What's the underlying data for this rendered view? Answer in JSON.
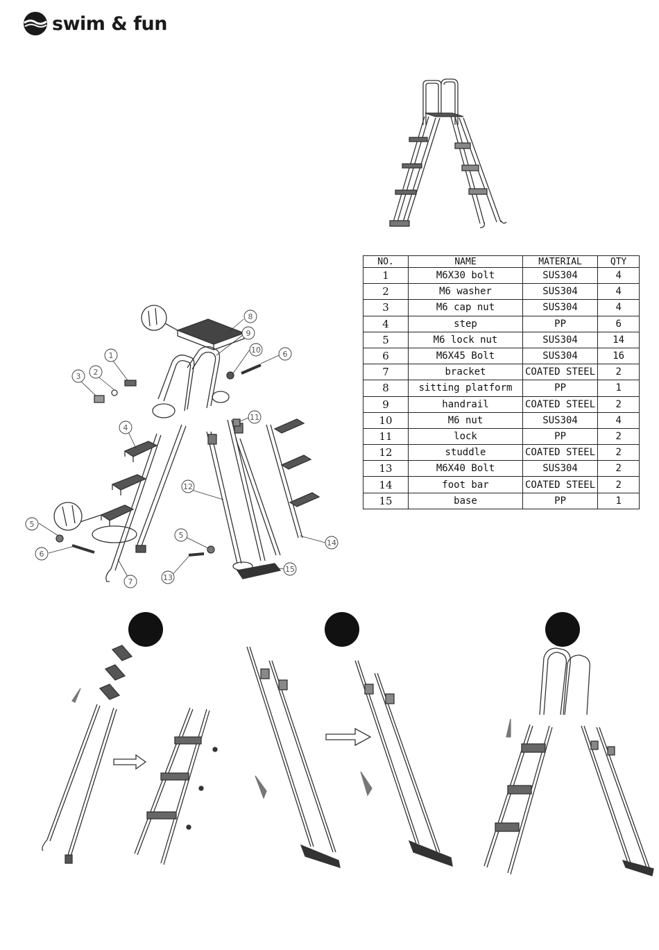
{
  "brand": {
    "name": "swim & fun"
  },
  "parts_table": {
    "headers": [
      "NO.",
      "NAME",
      "MATERIAL",
      "QTY"
    ],
    "rows": [
      {
        "no": "1",
        "name": "M6X30 bolt",
        "material": "SUS304",
        "qty": "4"
      },
      {
        "no": "2",
        "name": "M6 washer",
        "material": "SUS304",
        "qty": "4"
      },
      {
        "no": "3",
        "name": "M6 cap nut",
        "material": "SUS304",
        "qty": "4"
      },
      {
        "no": "4",
        "name": "step",
        "material": "PP",
        "qty": "6"
      },
      {
        "no": "5",
        "name": "M6 lock nut",
        "material": "SUS304",
        "qty": "14"
      },
      {
        "no": "6",
        "name": "M6X45 Bolt",
        "material": "SUS304",
        "qty": "16"
      },
      {
        "no": "7",
        "name": "bracket",
        "material": "COATED STEEL",
        "qty": "2"
      },
      {
        "no": "8",
        "name": "sitting platform",
        "material": "PP",
        "qty": "1"
      },
      {
        "no": "9",
        "name": "handrail",
        "material": "COATED STEEL",
        "qty": "2"
      },
      {
        "no": "10",
        "name": "M6 nut",
        "material": "SUS304",
        "qty": "4"
      },
      {
        "no": "11",
        "name": "lock",
        "material": "PP",
        "qty": "2"
      },
      {
        "no": "12",
        "name": "studdle",
        "material": "COATED STEEL",
        "qty": "2"
      },
      {
        "no": "13",
        "name": "M6X40 Bolt",
        "material": "SUS304",
        "qty": "2"
      },
      {
        "no": "14",
        "name": "foot bar",
        "material": "COATED STEEL",
        "qty": "2"
      },
      {
        "no": "15",
        "name": "base",
        "material": "PP",
        "qty": "1"
      }
    ]
  },
  "callouts": {
    "c1": "1",
    "c2": "2",
    "c3": "3",
    "c4": "4",
    "c5a": "5",
    "c5b": "5",
    "c6a": "6",
    "c6b": "6",
    "c7": "7",
    "c8": "8",
    "c9": "9",
    "c10": "10",
    "c11": "11",
    "c12": "12",
    "c13": "13",
    "c14": "14",
    "c15": "15"
  },
  "colors": {
    "line": "#333333",
    "step_badge": "#111111",
    "arrow_fill": "#777777"
  }
}
